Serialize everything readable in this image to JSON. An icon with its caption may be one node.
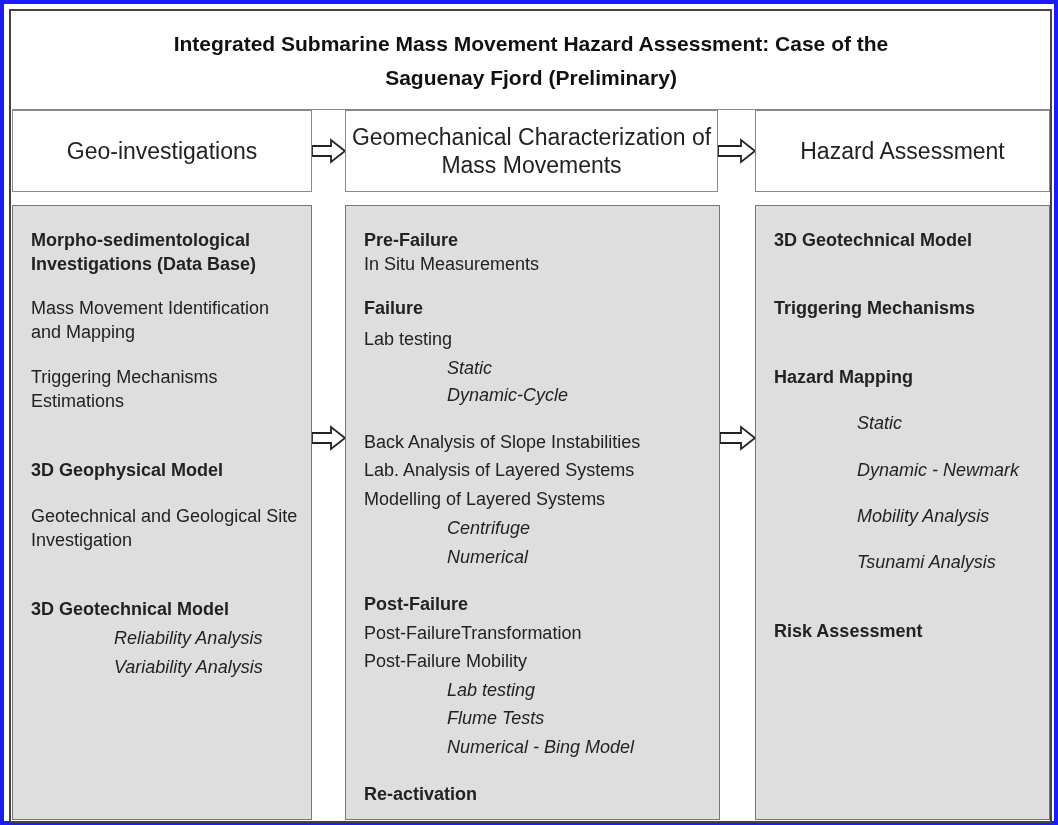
{
  "diagram": {
    "title": "Integrated Submarine Mass Movement Hazard Assessment: Case of the Saguenay Fjord (Preliminary)",
    "nodes": [
      {
        "text": [
          "Geo-investigations"
        ]
      },
      {
        "text": [
          "Geomechanical Characterization of Mass Movements"
        ]
      },
      {
        "text": [
          "Hazard Assessment"
        ]
      },
      {
        "text": [
          "Morpho-sedimentological Investigations (Data Base)",
          "Mass Movement Identification and Mapping",
          "Triggering Mechanisms Estimations",
          "3D Geophysical Model",
          "Geotechnical and Geological Site Investigation",
          "3D Geotechnical Model",
          "Reliability Analysis",
          "Variability Analysis"
        ]
      },
      {
        "text": [
          "Pre-Failure",
          "In Situ Measurements",
          "Failure",
          "Lab testing",
          "Static",
          "Dynamic-Cycle",
          "Back Analysis of Slope Instabilities",
          "Lab. Analysis of Layered Systems",
          "Modelling of Layered Systems",
          "Centrifuge",
          "Numerical",
          "Post-Failure",
          "Post-FailureTransformation",
          "Post-Failure Mobility",
          "Lab testing",
          "Flume Tests",
          "Numerical - Bing Model",
          "Re-activation"
        ]
      },
      {
        "text": [
          "3D Geotechnical Model",
          "Triggering Mechanisms",
          "Hazard Mapping",
          "Static",
          "Dynamic - Newmark",
          "Mobility Analysis",
          "Tsunami Analysis",
          "Risk Assessment"
        ]
      }
    ],
    "edges": [
      {
        "from": 0,
        "to": 1,
        "arrow": "to"
      },
      {
        "from": 1,
        "to": 2,
        "arrow": "to"
      },
      {
        "from": 3,
        "to": 4,
        "arrow": "to"
      },
      {
        "from": 4,
        "to": 5,
        "arrow": "to"
      }
    ]
  }
}
